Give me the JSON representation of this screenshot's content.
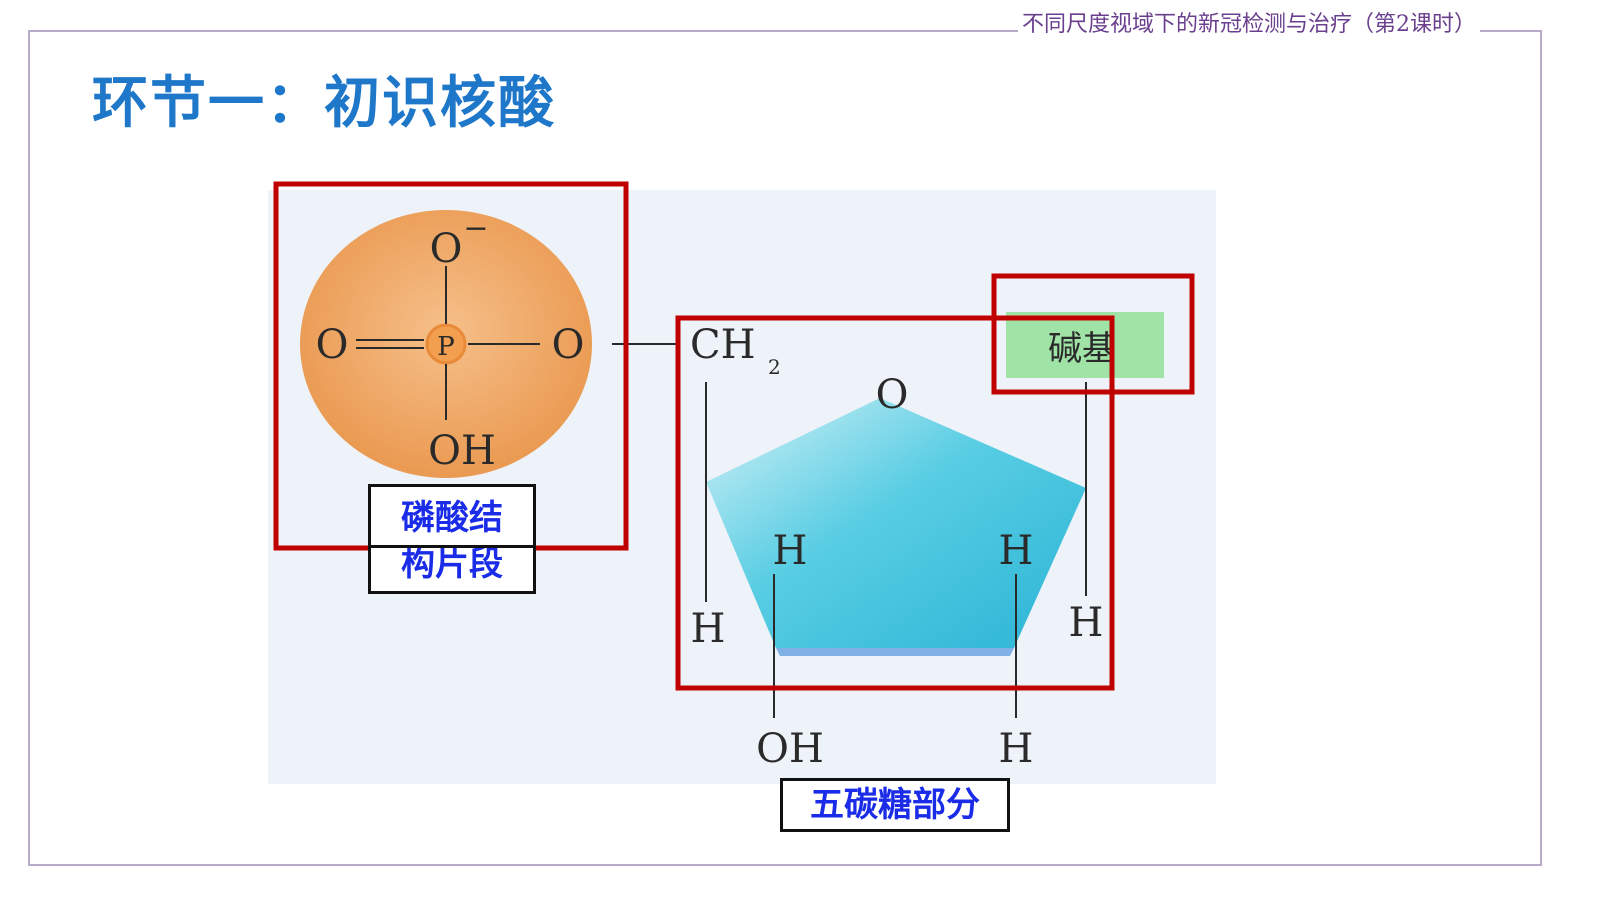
{
  "header": {
    "caption": "不同尺度视域下的新冠检测与治疗（第2课时）"
  },
  "page_title": "环节一：初识核酸",
  "diagram": {
    "phosphate": {
      "o_top": "O",
      "charge": "−",
      "o_left": "O",
      "p": "P",
      "o_right": "O",
      "oh": "OH"
    },
    "sugar": {
      "ch2": "CH",
      "ch2_subscript": "2",
      "ring_o": "O",
      "h_left_outer": "H",
      "h_inner_left": "H",
      "h_inner_right": "H",
      "h_right_outer": "H",
      "oh_bottom": "OH",
      "h_bottom": "H"
    },
    "base_label": "碱基"
  },
  "labels": {
    "phosphate_line1": "磷酸结",
    "phosphate_line2": "构片段",
    "sugar": "五碳糖部分"
  },
  "colors": {
    "title": "#1f77c9",
    "caption": "#6a3f8e",
    "highlight_box": "#c00000",
    "label_text": "#1a2ce8",
    "phosphate_fill": "#f0a55a",
    "sugar_fill": "#3cc3de",
    "base_fill": "#9fe3a6",
    "figure_bg": "#eef3f9"
  }
}
